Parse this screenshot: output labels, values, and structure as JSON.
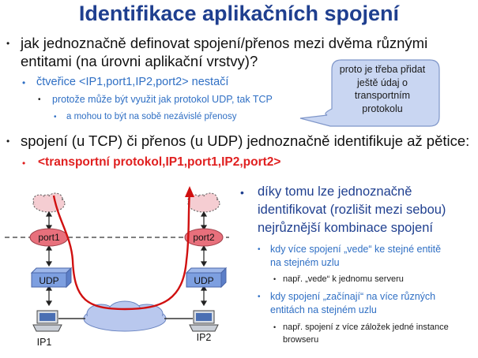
{
  "title": "Identifikace aplikačních spojení",
  "bullets": {
    "b1_line1": "jak jednoznačně definovat spojení/přenos mezi dvěma různými",
    "b1_line2": "entitami (na úrovni aplikační vrstvy)?",
    "b1_sub": "čtveřice <IP1,port1,IP2,port2> nestačí",
    "b1_sub_sub": "protože může být využit jak protokol UDP, tak TCP",
    "b1_sub_sub_sub": "a mohou to být na sobě nezávislé přenosy",
    "b2": "spojení (u TCP) či přenos (u UDP) jednoznačně identifikuje až pětice:",
    "b2_sub": "<transportní protokol,IP1,port1,IP2,port2>"
  },
  "callout": {
    "text": "proto je třeba přidat ještě údaj o transportním protokolu",
    "fill": "#c9d6f2",
    "stroke": "#7f96c9"
  },
  "right": {
    "l1_a": "díky tomu lze jednoznačně",
    "l1_b": "identifikovat (rozlišit mezi sebou)",
    "l1_c": "nejrůznější kombinace spojení",
    "l2_a1": "kdy více spojení „vede“ ke stejné entitě",
    "l2_a2": "na stejném uzlu",
    "l3_a": "např. „vede“ k jednomu serveru",
    "l2_b1": "kdy spojení „začínají“ na více různých",
    "l2_b2": "entitách na stejném uzlu",
    "l3_b1": "např. spojení z více záložek jedné instance",
    "l3_b2": "browseru"
  },
  "diagram": {
    "port1": "port1",
    "port2": "port2",
    "udp1": "UDP",
    "udp2": "UDP",
    "ip1": "IP1",
    "ip2": "IP2",
    "colors": {
      "port_fill": "#e8707c",
      "udp_fill": "#7d9fe0",
      "cloud_fill": "#f5cdd2",
      "network_fill": "#b9c8ee",
      "path": "#d01010"
    }
  }
}
